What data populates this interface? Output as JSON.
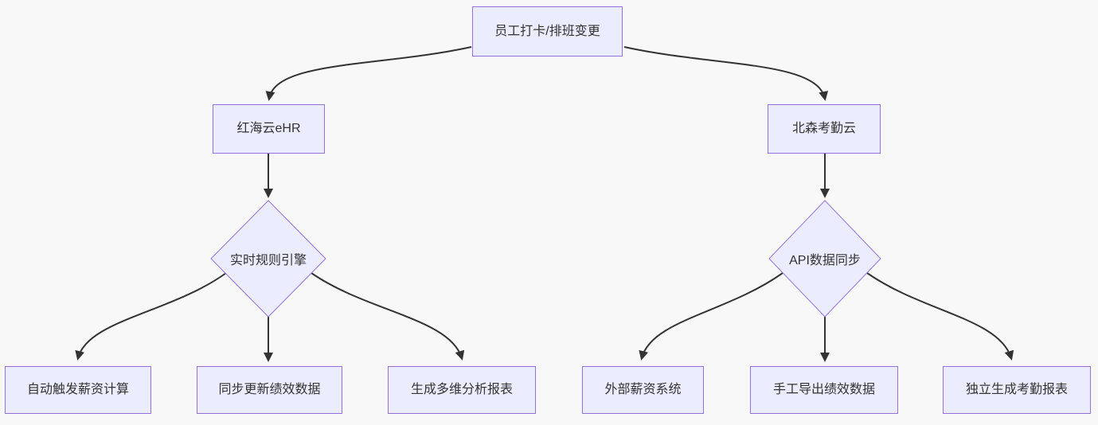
{
  "diagram": {
    "type": "flowchart",
    "direction": "top-down",
    "nodes": {
      "trigger": {
        "label": "员工打卡/排班变更",
        "shape": "rect"
      },
      "honghai": {
        "label": "红海云eHR",
        "shape": "rect"
      },
      "beisen": {
        "label": "北森考勤云",
        "shape": "rect"
      },
      "rule_engine": {
        "label": "实时规则引擎",
        "shape": "diamond"
      },
      "api_sync": {
        "label": "API数据同步",
        "shape": "diamond"
      },
      "auto_payroll": {
        "label": "自动触发薪资计算",
        "shape": "rect"
      },
      "sync_perf": {
        "label": "同步更新绩效数据",
        "shape": "rect"
      },
      "multi_report": {
        "label": "生成多维分析报表",
        "shape": "rect"
      },
      "ext_payroll": {
        "label": "外部薪资系统",
        "shape": "rect"
      },
      "manual_perf": {
        "label": "手工导出绩效数据",
        "shape": "rect"
      },
      "standalone_report": {
        "label": "独立生成考勤报表",
        "shape": "rect"
      }
    },
    "edges": [
      {
        "from": "trigger",
        "to": "honghai"
      },
      {
        "from": "trigger",
        "to": "beisen"
      },
      {
        "from": "honghai",
        "to": "rule_engine"
      },
      {
        "from": "beisen",
        "to": "api_sync"
      },
      {
        "from": "rule_engine",
        "to": "auto_payroll"
      },
      {
        "from": "rule_engine",
        "to": "sync_perf"
      },
      {
        "from": "rule_engine",
        "to": "multi_report"
      },
      {
        "from": "api_sync",
        "to": "ext_payroll"
      },
      {
        "from": "api_sync",
        "to": "manual_perf"
      },
      {
        "from": "api_sync",
        "to": "standalone_report"
      }
    ],
    "colors": {
      "node_fill": "#ECECFF",
      "node_border": "#9370DB",
      "edge_stroke": "#333333",
      "text": "#333333",
      "background": "#F8F8F8"
    }
  }
}
